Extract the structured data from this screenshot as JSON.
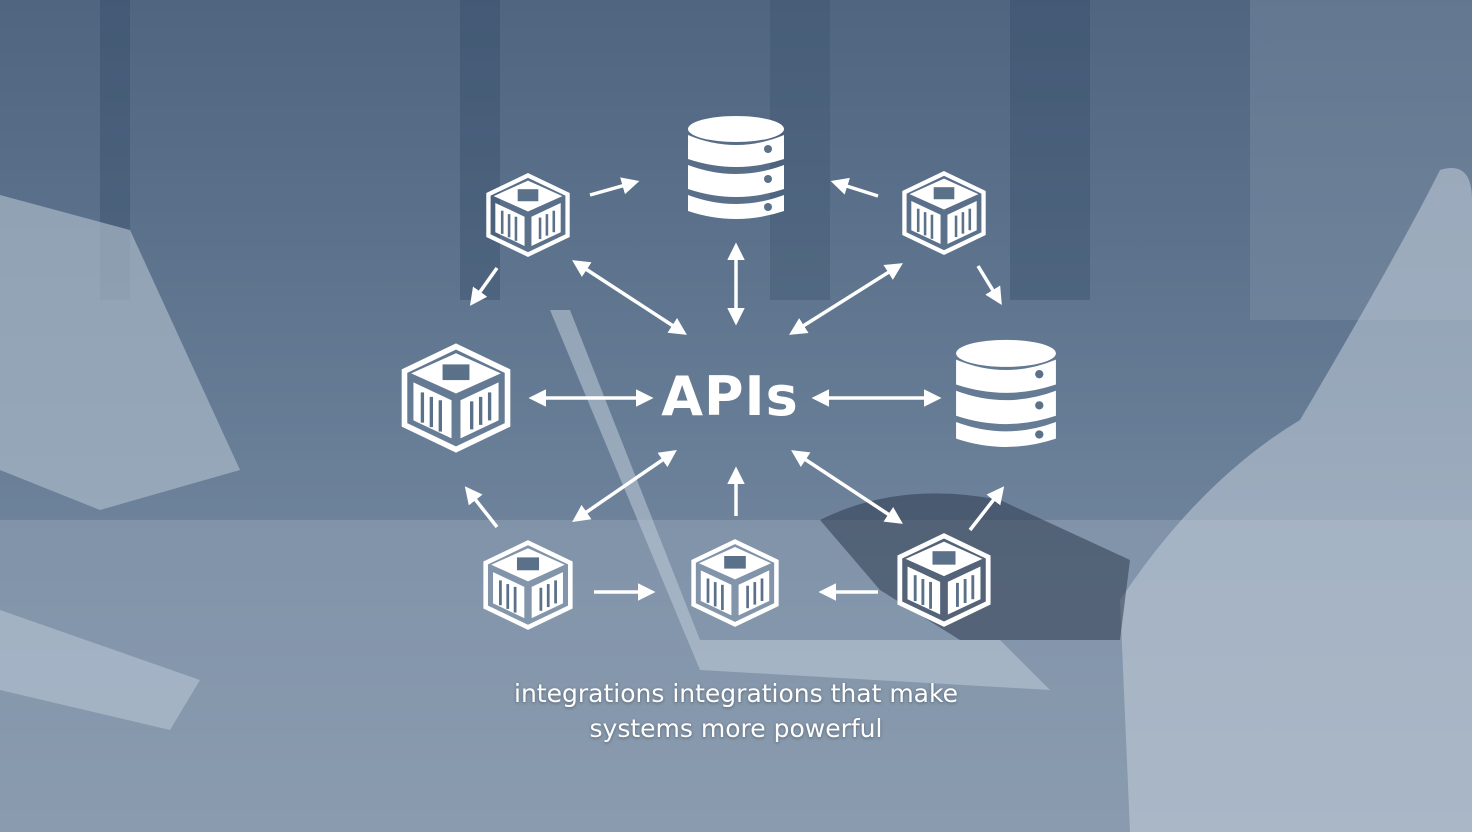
{
  "diagram": {
    "center_label": "APIs",
    "caption_line1": "integrations integrations that make",
    "caption_line2": "systems more powerful",
    "nodes": [
      {
        "id": "db-top",
        "icon": "database-icon"
      },
      {
        "id": "db-right",
        "icon": "database-icon"
      },
      {
        "id": "box-top-left",
        "icon": "building-cube-icon"
      },
      {
        "id": "box-top-right",
        "icon": "building-cube-icon"
      },
      {
        "id": "box-left",
        "icon": "building-cube-icon"
      },
      {
        "id": "box-bottom-left",
        "icon": "building-cube-icon"
      },
      {
        "id": "box-bottom-center",
        "icon": "building-cube-icon"
      },
      {
        "id": "box-bottom-right",
        "icon": "building-cube-icon"
      }
    ]
  },
  "colors": {
    "overlay": "#5b7089",
    "icon": "#ffffff"
  }
}
